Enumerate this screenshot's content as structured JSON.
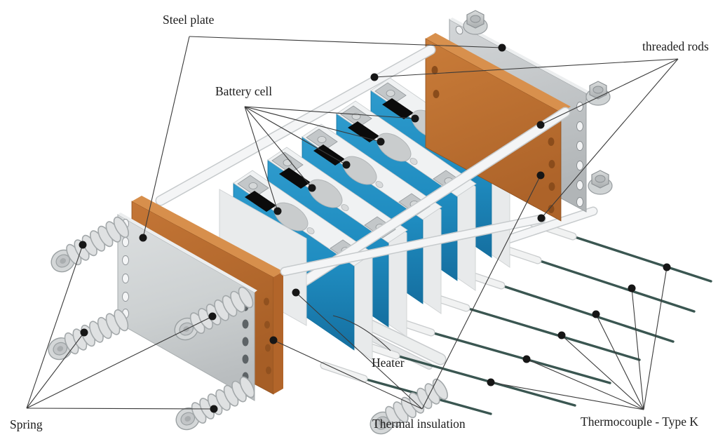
{
  "diagram": {
    "description": "Exploded-view technical illustration of a battery cell thermal test fixture",
    "labels": {
      "steel_plate": "Steel plate",
      "battery_cell": "Battery cell",
      "threaded_rods": "threaded rods",
      "spring": "Spring",
      "heater": "Heater",
      "thermal_insulation": "Thermal insulation",
      "thermocouple": "Thermocouple - Type K"
    },
    "callouts": [
      {
        "label": "Steel plate",
        "target_count": 2,
        "points_to": "left and right gray end plates"
      },
      {
        "label": "Battery cell",
        "target_count": 5,
        "points_to": "five blue prismatic cells"
      },
      {
        "label": "threaded rods",
        "target_count": 3,
        "points_to": "white rods through the stack"
      },
      {
        "label": "Spring",
        "target_count": 4,
        "points_to": "coil springs on flanged bolts"
      },
      {
        "label": "Heater",
        "target_count": 1,
        "points_to": "flat heater strip under the cells"
      },
      {
        "label": "Thermal insulation",
        "target_count": 3,
        "points_to": "orange plates and pale sheet"
      },
      {
        "label": "Thermocouple - Type K",
        "target_count": 6,
        "points_to": "dark probe wires fanned lower right"
      }
    ],
    "component_counts": {
      "battery_cells": 5,
      "springs": 5,
      "threaded_rods": 4,
      "thermocouples": 7,
      "steel_plates": 2,
      "insulation_plates": 2,
      "heater_strips": 2,
      "hex_nuts": 3
    },
    "colors": {
      "background": "#ffffff",
      "insulation_orange": "#bf7434",
      "cell_blue": "#1f8cc0",
      "steel_gray": "#c9cdcf",
      "thermocouple_wire": "#3a5651",
      "leader_line": "#3a3a3a",
      "callout_dot": "#161616"
    }
  }
}
